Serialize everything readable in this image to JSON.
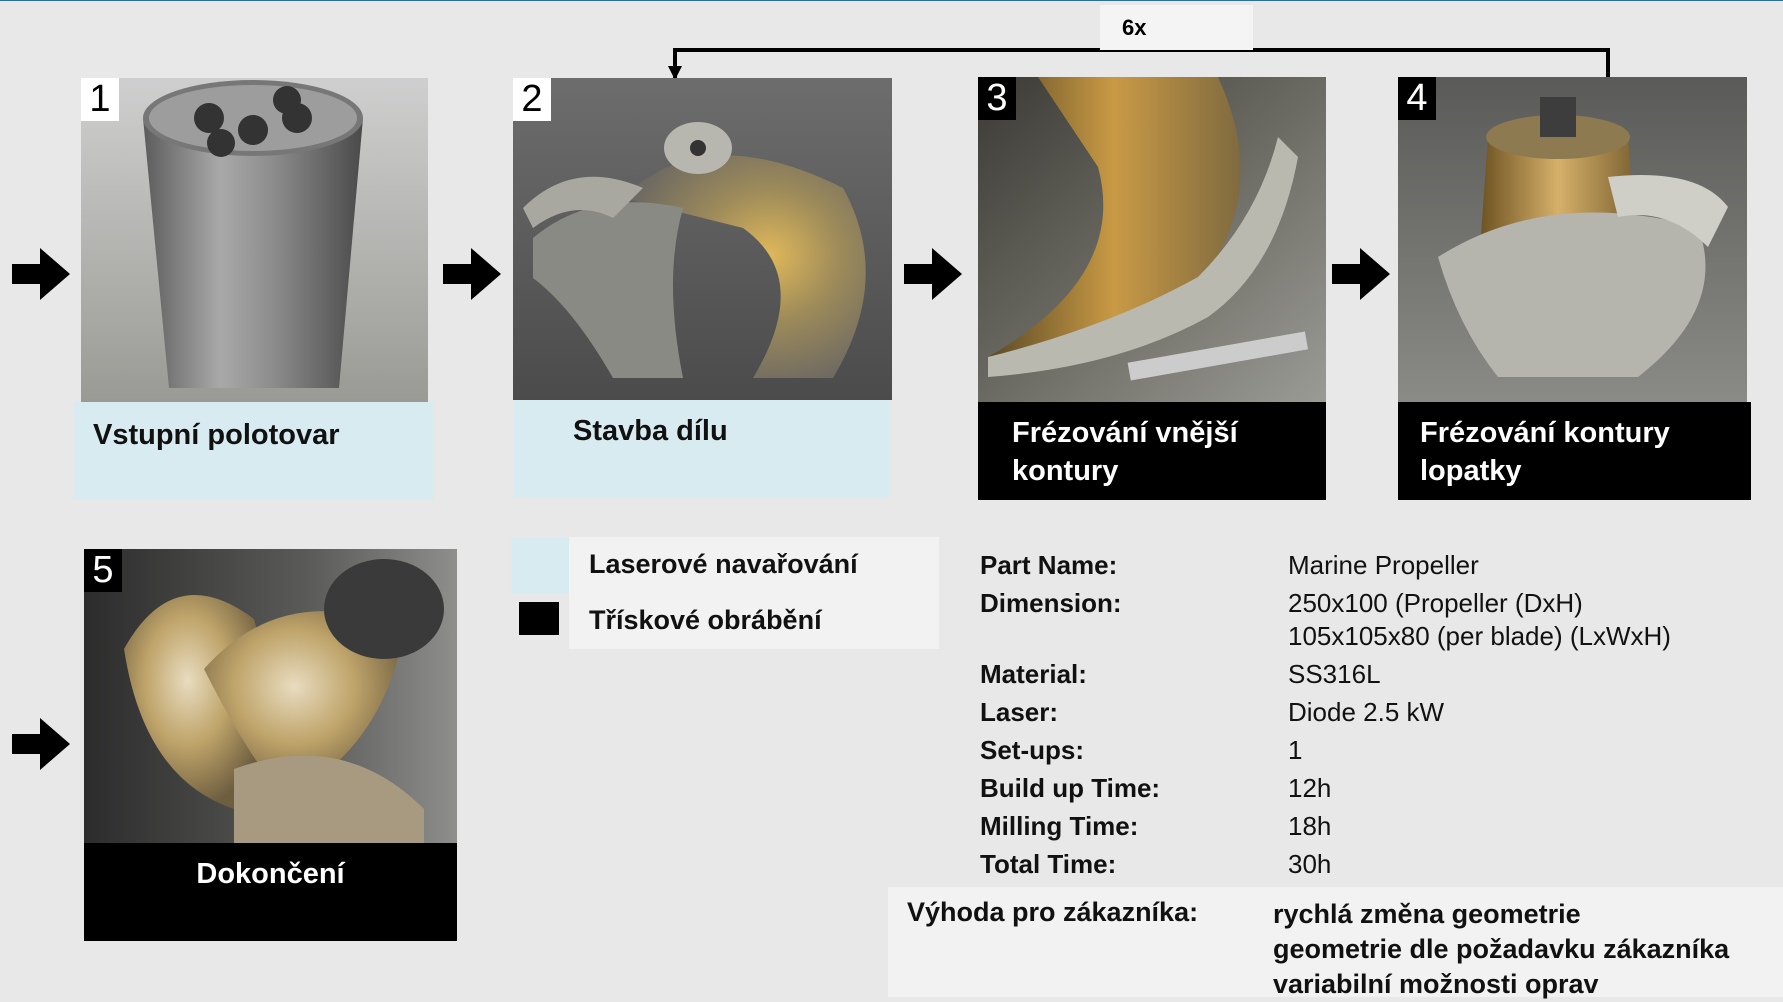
{
  "loop_label": "6x",
  "steps": [
    {
      "number": "1",
      "caption": "Vstupní polotovar"
    },
    {
      "number": "2",
      "caption": "Stavba dílu"
    },
    {
      "number": "3",
      "caption": "Frézování vnější kontury"
    },
    {
      "number": "4",
      "caption": "Frézování kontury lopatky"
    },
    {
      "number": "5",
      "caption": "Dokončení"
    }
  ],
  "legend": [
    {
      "label": "Laserové navařování",
      "color": "#d8ebf1"
    },
    {
      "label": "Třískové obrábění",
      "color": "#000000"
    }
  ],
  "specs": [
    {
      "key": "Part Name:",
      "value": "Marine Propeller"
    },
    {
      "key": "Dimension:",
      "value": "250x100 (Propeller (DxH)"
    },
    {
      "key": "",
      "value": "105x105x80 (per blade) (LxWxH)"
    },
    {
      "key": "Material:",
      "value": "SS316L"
    },
    {
      "key": "Laser:",
      "value": "Diode 2.5 kW"
    },
    {
      "key": "Set-ups:",
      "value": "1"
    },
    {
      "key": "Build up Time:",
      "value": "12h"
    },
    {
      "key": "Milling Time:",
      "value": "18h"
    },
    {
      "key": "Total Time:",
      "value": "30h"
    }
  ],
  "benefit": {
    "key": "Výhoda pro zákazníka:",
    "lines": [
      "rychlá změna geometrie",
      "geometrie dle požadavku zákazníka",
      "variabilní možnosti oprav"
    ]
  }
}
